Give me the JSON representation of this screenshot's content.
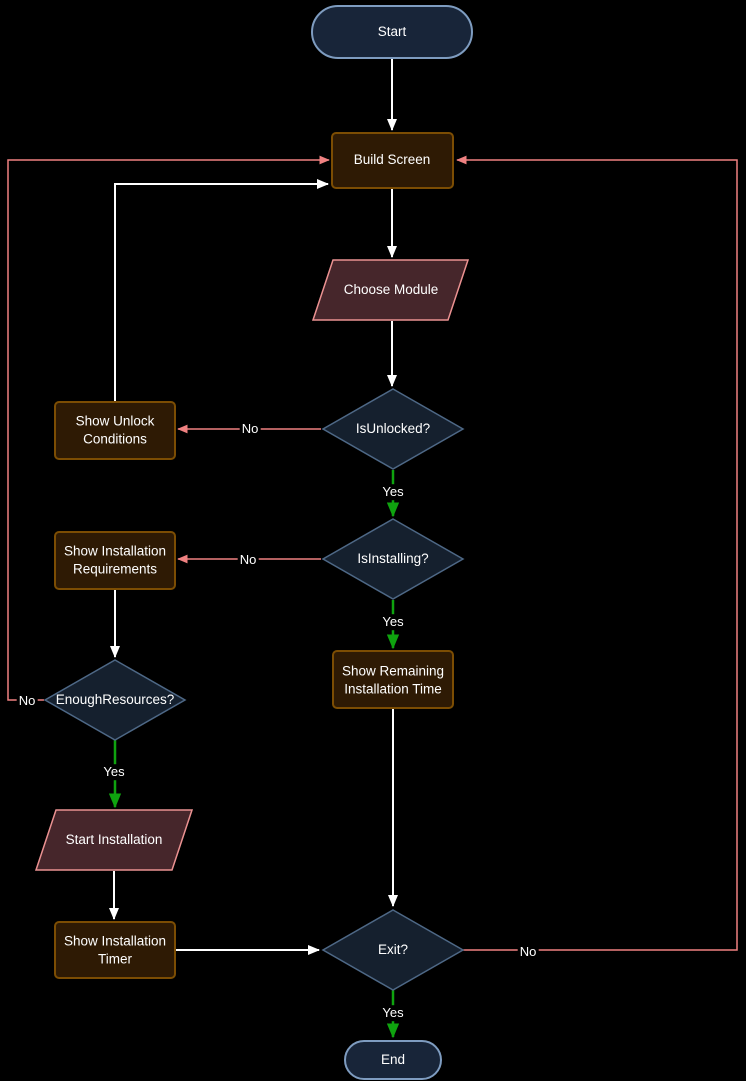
{
  "diagram": {
    "type": "flowchart",
    "background": "#000000",
    "colors": {
      "terminator_fill": "#182539",
      "terminator_border": "#7e9cc0",
      "decision_fill": "#15202e",
      "decision_border": "#4e6886",
      "process_fill": "#2e1a04",
      "process_border": "#7c4d03",
      "io_fill": "#46262b",
      "io_border": "#eb9292",
      "edge_default": "#ffffff",
      "edge_yes": "#0fa30f",
      "edge_no": "#ef8181",
      "text": "#ffffff"
    },
    "nodes": {
      "start": {
        "label": "Start",
        "type": "terminator"
      },
      "build_screen": {
        "label": "Build Screen",
        "type": "process"
      },
      "choose_module": {
        "label": "Choose Module",
        "type": "input-output"
      },
      "is_unlocked": {
        "label": "IsUnlocked?",
        "type": "decision"
      },
      "show_unlock_conditions": {
        "label": "Show Unlock Conditions",
        "type": "process"
      },
      "is_installing": {
        "label": "IsInstalling?",
        "type": "decision"
      },
      "show_installation_requirements": {
        "label": "Show Installation Requirements",
        "type": "process"
      },
      "show_remaining_installation_time": {
        "label": "Show Remaining Installation Time",
        "type": "process"
      },
      "enough_resources": {
        "label": "EnoughResources?",
        "type": "decision"
      },
      "start_installation": {
        "label": "Start Installation",
        "type": "input-output"
      },
      "show_installation_timer": {
        "label": "Show Installation Timer",
        "type": "process"
      },
      "exit": {
        "label": "Exit?",
        "type": "decision"
      },
      "end": {
        "label": "End",
        "type": "terminator"
      }
    },
    "edge_labels": {
      "is_unlocked_no": "No",
      "is_unlocked_yes": "Yes",
      "is_installing_no": "No",
      "is_installing_yes": "Yes",
      "enough_resources_no": "No",
      "enough_resources_yes": "Yes",
      "exit_no": "No",
      "exit_yes": "Yes"
    },
    "edges": [
      {
        "from": "start",
        "to": "build_screen",
        "label": ""
      },
      {
        "from": "build_screen",
        "to": "choose_module",
        "label": ""
      },
      {
        "from": "choose_module",
        "to": "is_unlocked",
        "label": ""
      },
      {
        "from": "is_unlocked",
        "to": "show_unlock_conditions",
        "label": "No"
      },
      {
        "from": "show_unlock_conditions",
        "to": "build_screen",
        "label": ""
      },
      {
        "from": "is_unlocked",
        "to": "is_installing",
        "label": "Yes"
      },
      {
        "from": "is_installing",
        "to": "show_installation_requirements",
        "label": "No"
      },
      {
        "from": "is_installing",
        "to": "show_remaining_installation_time",
        "label": "Yes"
      },
      {
        "from": "show_installation_requirements",
        "to": "enough_resources",
        "label": ""
      },
      {
        "from": "enough_resources",
        "to": "build_screen",
        "label": "No"
      },
      {
        "from": "enough_resources",
        "to": "start_installation",
        "label": "Yes"
      },
      {
        "from": "start_installation",
        "to": "show_installation_timer",
        "label": ""
      },
      {
        "from": "show_installation_timer",
        "to": "exit",
        "label": ""
      },
      {
        "from": "show_remaining_installation_time",
        "to": "exit",
        "label": ""
      },
      {
        "from": "exit",
        "to": "build_screen",
        "label": "No"
      },
      {
        "from": "exit",
        "to": "end",
        "label": "Yes"
      }
    ]
  }
}
